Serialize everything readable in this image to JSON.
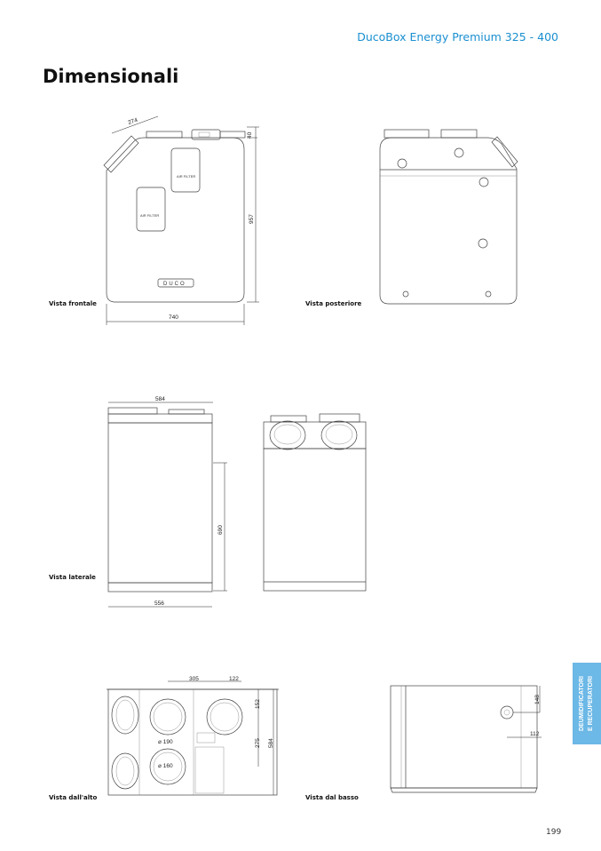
{
  "header": {
    "product": "DucoBox Energy Premium 325 - 400"
  },
  "page": {
    "title": "Dimensionali",
    "number": "199"
  },
  "side_tab": {
    "line1": "DEUMIDIFICATORI",
    "line2": "E RECUPERATORI",
    "color": "#6cb8e6"
  },
  "views": {
    "front": {
      "label": "Vista frontale",
      "dims": {
        "width": "740",
        "height": "957",
        "top": "40",
        "duct": "274"
      },
      "filter_text": "AIR FILTER",
      "logo": "DUCO"
    },
    "rear": {
      "label": "Vista posteriore"
    },
    "side": {
      "label": "Vista laterale",
      "dims": {
        "top_width": "584",
        "bottom_width": "556",
        "height": "690"
      }
    },
    "top": {
      "label": "Vista dall'alto",
      "dims": {
        "a": "305",
        "b": "122",
        "c": "152",
        "d": "275",
        "e": "584",
        "dia1": "⌀ 190",
        "dia2": "⌀ 160"
      }
    },
    "bottom": {
      "label": "Vista dal basso",
      "dims": {
        "a": "148",
        "b": "112"
      }
    }
  }
}
